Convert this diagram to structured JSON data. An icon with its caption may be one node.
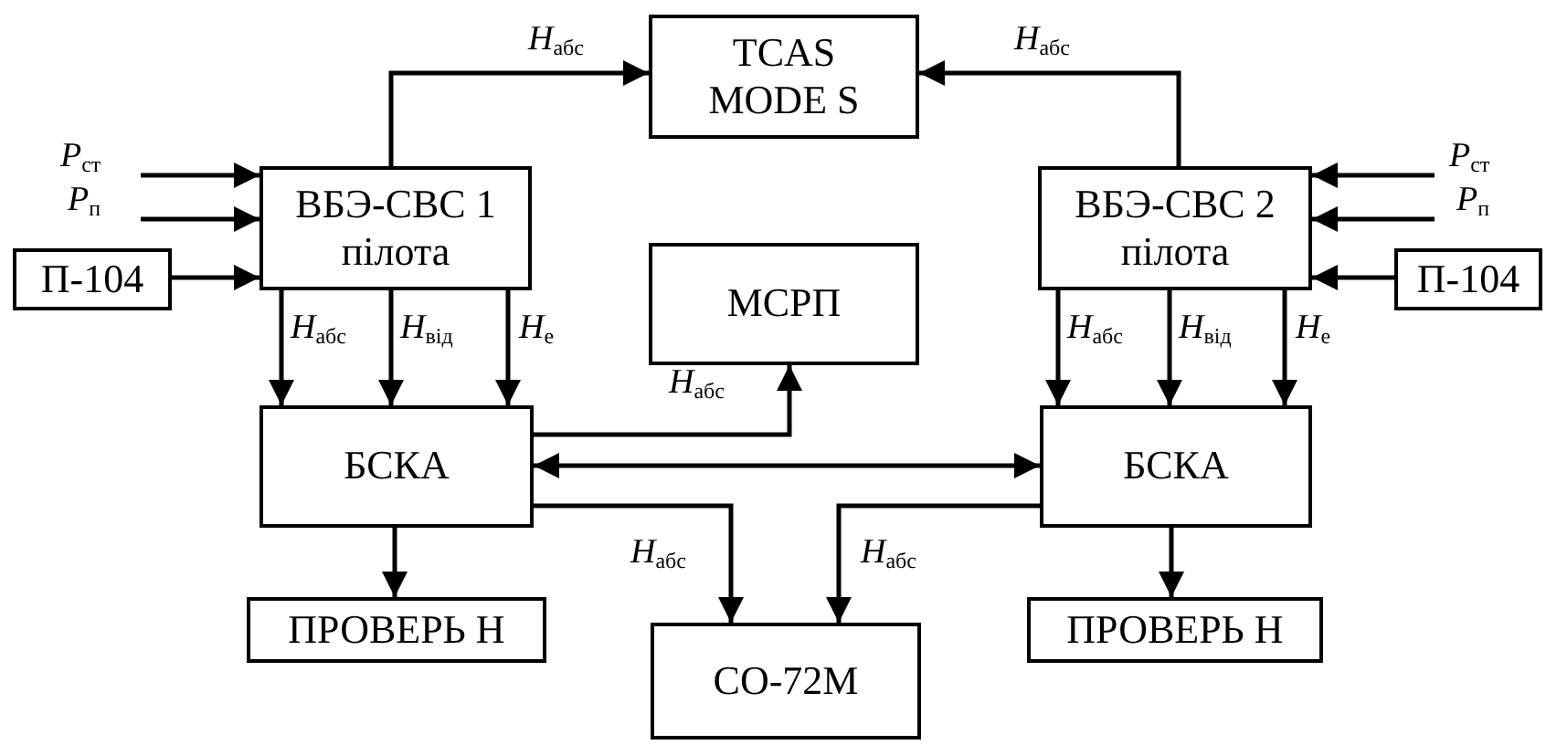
{
  "diagram": {
    "nodes": [
      {
        "text": [
          "TCAS MODE S"
        ]
      },
      {
        "text": [
          "ВБЭ-СВС 1 пілота"
        ]
      },
      {
        "text": [
          "ВБЭ-СВС 2 пілота"
        ]
      },
      {
        "text": [
          "П-104"
        ]
      },
      {
        "text": [
          "МСРП"
        ]
      },
      {
        "text": [
          "П-104"
        ]
      },
      {
        "text": [
          "БСКА"
        ]
      },
      {
        "text": [
          "БСКА"
        ]
      },
      {
        "text": [
          "ПРОВЕРЬ Н"
        ]
      },
      {
        "text": [
          "СО-72М"
        ]
      },
      {
        "text": [
          "ПРОВЕРЬ Н"
        ]
      }
    ],
    "edges": [
      {
        "from": 1,
        "to": 0,
        "arrow": "to",
        "label": "*H*$_{абс}$"
      },
      {
        "from": 2,
        "to": 0,
        "arrow": "to",
        "label": "*H*$_{абс}$"
      },
      {
        "from": null,
        "to": 1,
        "arrow": "to",
        "label": "*P*$_{ст}$"
      },
      {
        "from": null,
        "to": 1,
        "arrow": "to",
        "label": "*P*$_{п}$"
      },
      {
        "from": 3,
        "to": 1,
        "arrow": "to"
      },
      {
        "from": null,
        "to": 2,
        "arrow": "to",
        "label": "*P*$_{ст}$"
      },
      {
        "from": null,
        "to": 2,
        "arrow": "to",
        "label": "*P*$_{п}$"
      },
      {
        "from": 5,
        "to": 2,
        "arrow": "to"
      },
      {
        "from": 1,
        "to": 6,
        "arrow": "to",
        "label": "*H*$_{абс}$"
      },
      {
        "from": 1,
        "to": 6,
        "arrow": "to",
        "label": "*H*$_{від}$"
      },
      {
        "from": 1,
        "to": 6,
        "arrow": "to",
        "label": "*H*$_{е}$"
      },
      {
        "from": 2,
        "to": 7,
        "arrow": "to",
        "label": "*H*$_{абс}$"
      },
      {
        "from": 2,
        "to": 7,
        "arrow": "to",
        "label": "*H*$_{від}$"
      },
      {
        "from": 2,
        "to": 7,
        "arrow": "to",
        "label": "*H*$_{е}$"
      },
      {
        "from": 6,
        "to": 4,
        "arrow": "to",
        "label": "*H*$_{абс}$"
      },
      {
        "from": 6,
        "to": 7,
        "arrow": "both"
      },
      {
        "from": 6,
        "to": 9,
        "arrow": "to",
        "label": "*H*$_{абс}$"
      },
      {
        "from": 7,
        "to": 9,
        "arrow": "to",
        "label": "*H*$_{абс}$"
      },
      {
        "from": 6,
        "to": 8,
        "arrow": "to"
      },
      {
        "from": 7,
        "to": 10,
        "arrow": "to"
      }
    ]
  }
}
